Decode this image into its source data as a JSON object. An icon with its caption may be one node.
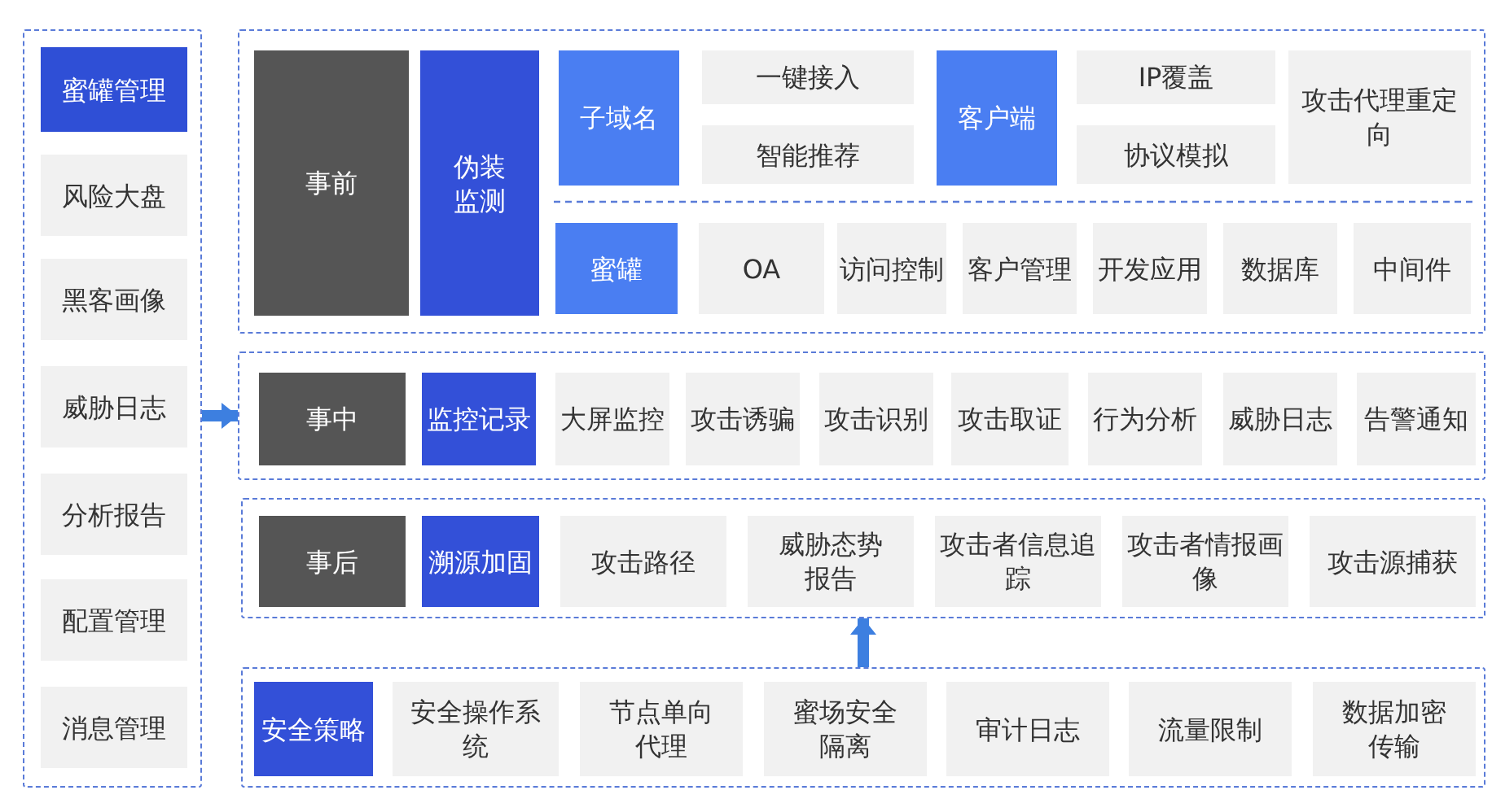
{
  "diagram": {
    "nodes": [
      {
        "text": [],
        "shape": "box"
      },
      {
        "text": [
          "蜜罐管理"
        ],
        "in": 0
      },
      {
        "text": [
          "风险大盘"
        ],
        "in": 0
      },
      {
        "text": [
          "黑客画像"
        ],
        "in": 0
      },
      {
        "text": [
          "威胁日志"
        ],
        "in": 0
      },
      {
        "text": [
          "分析报告"
        ],
        "in": 0
      },
      {
        "text": [
          "配置管理"
        ],
        "in": 0
      },
      {
        "text": [
          "消息管理"
        ],
        "in": 0
      },
      {
        "text": [],
        "shape": "box"
      },
      {
        "text": [
          "事前"
        ],
        "in": 8
      },
      {
        "text": [
          "伪装监测"
        ],
        "in": 8
      },
      {
        "text": [
          "子域名"
        ],
        "in": 8
      },
      {
        "text": [
          "一键接入"
        ],
        "in": 8
      },
      {
        "text": [
          "智能推荐"
        ],
        "in": 8
      },
      {
        "text": [
          "客户端"
        ],
        "in": 8
      },
      {
        "text": [
          "IP覆盖"
        ],
        "in": 8
      },
      {
        "text": [
          "协议模拟"
        ],
        "in": 8
      },
      {
        "text": [
          "攻击代理重定向"
        ],
        "in": 8
      },
      {
        "text": [
          "蜜罐"
        ],
        "in": 8
      },
      {
        "text": [
          "OA"
        ],
        "in": 8
      },
      {
        "text": [
          "访问控制"
        ],
        "in": 8
      },
      {
        "text": [
          "客户管理"
        ],
        "in": 8
      },
      {
        "text": [
          "开发应用"
        ],
        "in": 8
      },
      {
        "text": [
          "数据库"
        ],
        "in": 8
      },
      {
        "text": [
          "中间件"
        ],
        "in": 8
      },
      {
        "text": [],
        "shape": "box"
      },
      {
        "text": [
          "事中"
        ],
        "in": 25
      },
      {
        "text": [
          "监控记录"
        ],
        "in": 25
      },
      {
        "text": [
          "大屏监控"
        ],
        "in": 25
      },
      {
        "text": [
          "攻击诱骗"
        ],
        "in": 25
      },
      {
        "text": [
          "攻击识别"
        ],
        "in": 25
      },
      {
        "text": [
          "攻击取证"
        ],
        "in": 25
      },
      {
        "text": [
          "行为分析"
        ],
        "in": 25
      },
      {
        "text": [
          "威胁日志"
        ],
        "in": 25
      },
      {
        "text": [
          "告警通知"
        ],
        "in": 25
      },
      {
        "text": [],
        "shape": "box"
      },
      {
        "text": [
          "事后"
        ],
        "in": 35
      },
      {
        "text": [
          "溯源加固"
        ],
        "in": 35
      },
      {
        "text": [
          "攻击路径"
        ],
        "in": 35
      },
      {
        "text": [
          "威胁态势报告"
        ],
        "in": 35
      },
      {
        "text": [
          "攻击者信息追踪"
        ],
        "in": 35
      },
      {
        "text": [
          "攻击者情报画像"
        ],
        "in": 35
      },
      {
        "text": [
          "攻击源捕获"
        ],
        "in": 35
      },
      {
        "text": [],
        "shape": "box"
      },
      {
        "text": [
          "安全策略"
        ],
        "in": 43
      },
      {
        "text": [
          "安全操作系统"
        ],
        "in": 43
      },
      {
        "text": [
          "节点单向代理"
        ],
        "in": 43
      },
      {
        "text": [
          "蜜场安全隔离"
        ],
        "in": 43
      },
      {
        "text": [
          "审计日志"
        ],
        "in": 43
      },
      {
        "text": [
          "流量限制"
        ],
        "in": 43
      },
      {
        "text": [
          "数据加密传输"
        ],
        "in": 43
      }
    ],
    "edges": [
      {
        "from": 0,
        "to": 25,
        "arrow": "to"
      },
      {
        "from": 43,
        "to": 35,
        "arrow": "to"
      }
    ]
  }
}
